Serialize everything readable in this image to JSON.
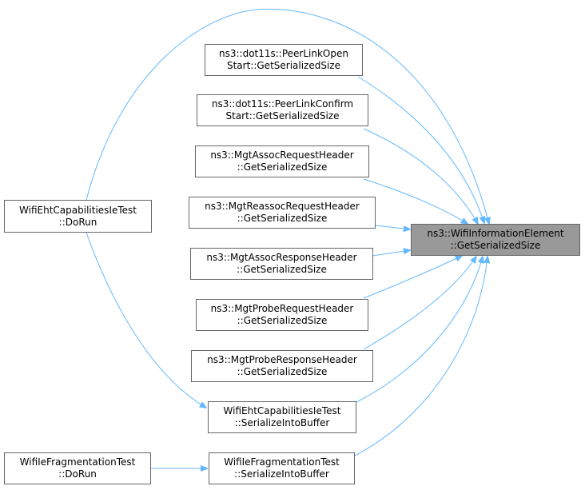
{
  "edge_color": "#63b8ff",
  "target": {
    "line1": "ns3::WifiInformationElement",
    "line2": "::GetSerializedSize"
  },
  "callers": [
    {
      "line1": "ns3::dot11s::PeerLinkOpen",
      "line2": "Start::GetSerializedSize"
    },
    {
      "line1": "ns3::dot11s::PeerLinkConfirm",
      "line2": "Start::GetSerializedSize"
    },
    {
      "line1": "ns3::MgtAssocRequestHeader",
      "line2": "::GetSerializedSize"
    },
    {
      "line1": "ns3::MgtReassocRequestHeader",
      "line2": "::GetSerializedSize"
    },
    {
      "line1": "ns3::MgtAssocResponseHeader",
      "line2": "::GetSerializedSize"
    },
    {
      "line1": "ns3::MgtProbeRequestHeader",
      "line2": "::GetSerializedSize"
    },
    {
      "line1": "ns3::MgtProbeResponseHeader",
      "line2": "::GetSerializedSize"
    },
    {
      "line1": "WifiEhtCapabilitiesIeTest",
      "line2": "::SerializeIntoBuffer"
    },
    {
      "line1": "WifiIeFragmentationTest",
      "line2": "::SerializeIntoBuffer"
    }
  ],
  "roots": [
    {
      "line1": "WifiEhtCapabilitiesIeTest",
      "line2": "::DoRun"
    },
    {
      "line1": "WifiIeFragmentationTest",
      "line2": "::DoRun"
    }
  ]
}
